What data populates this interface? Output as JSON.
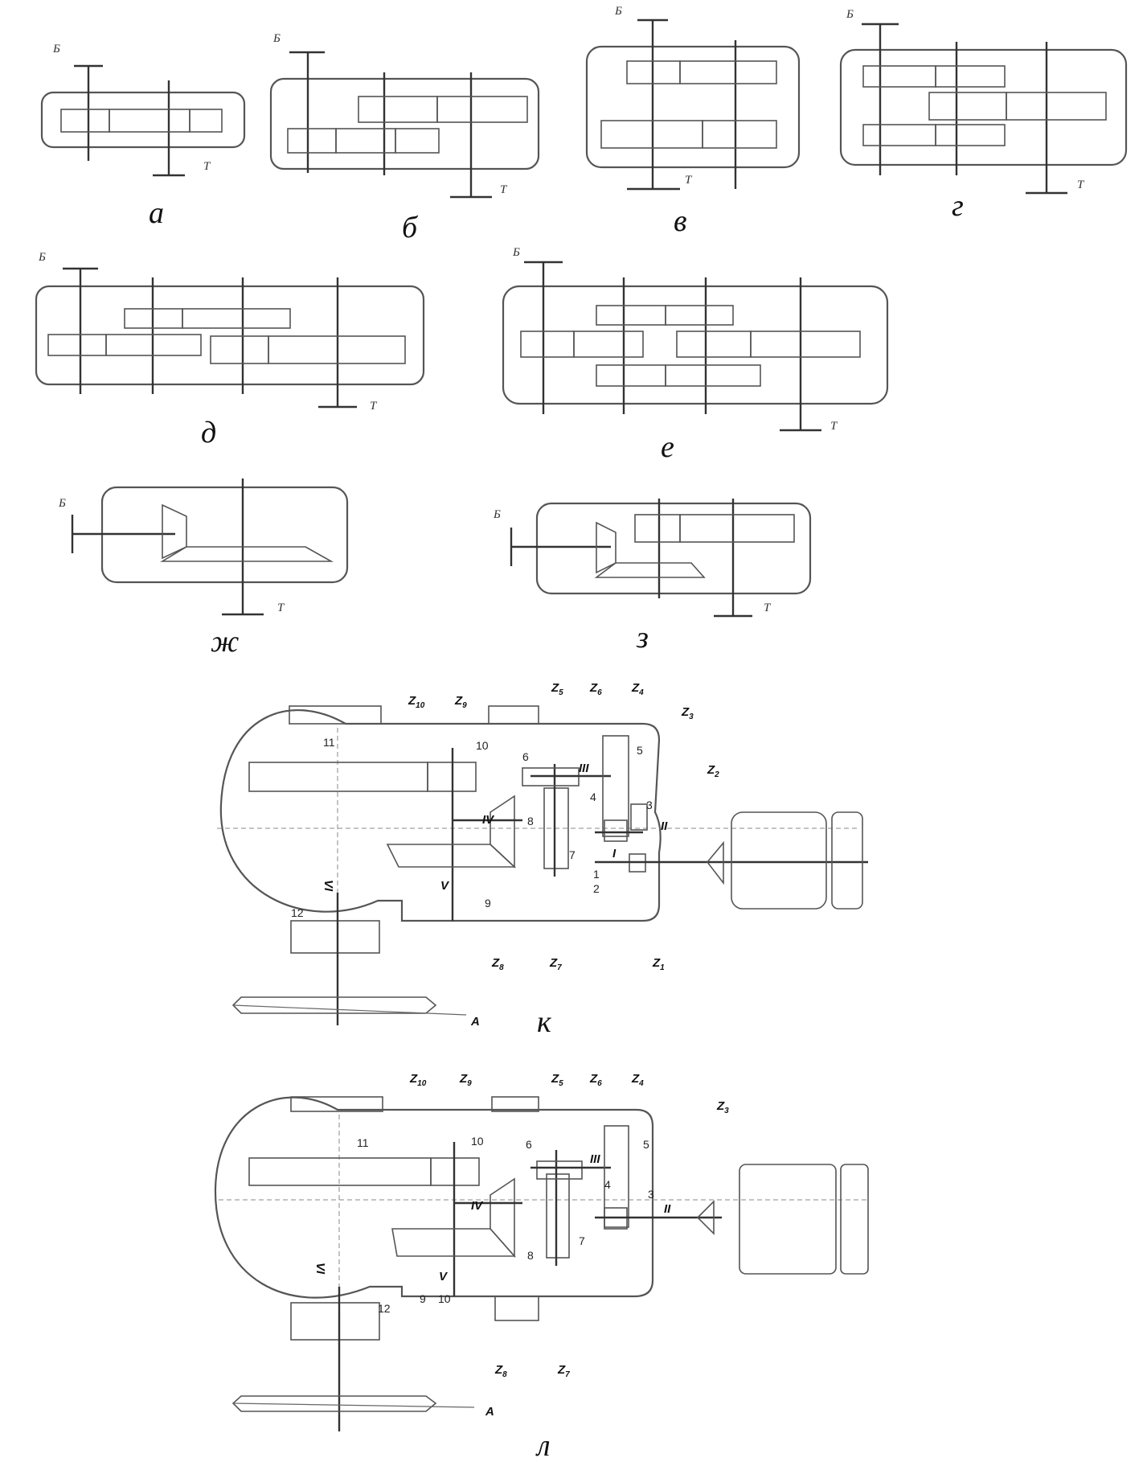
{
  "diagrams": {
    "a": {
      "caption": "а",
      "in": "Б",
      "out": "Т"
    },
    "b": {
      "caption": "б",
      "in": "Б",
      "out": "Т"
    },
    "v": {
      "caption": "в",
      "in": "Б",
      "out": "Т"
    },
    "g": {
      "caption": "г",
      "in": "Б",
      "out": "Т"
    },
    "d": {
      "caption": "д",
      "in": "Б",
      "out": "Т"
    },
    "e": {
      "caption": "е",
      "in": "Б",
      "out": "Т"
    },
    "zh": {
      "caption": "ж",
      "in": "Б",
      "out": "Т"
    },
    "z": {
      "caption": "з",
      "in": "Б",
      "out": "Т"
    },
    "k": {
      "caption": "к",
      "gears": [
        "Z10",
        "Z9",
        "Z5",
        "Z6",
        "Z4",
        "Z3",
        "Z2",
        "Z8",
        "Z7",
        "Z1"
      ],
      "shafts": [
        "I",
        "II",
        "III",
        "IV",
        "V",
        "VI"
      ],
      "bearings": [
        "1",
        "2",
        "3",
        "4",
        "5",
        "6",
        "7",
        "8",
        "9",
        "10",
        "11",
        "12"
      ],
      "pointer": "A"
    },
    "l": {
      "caption": "л",
      "gears": [
        "Z10",
        "Z9",
        "Z5",
        "Z6",
        "Z4",
        "Z3",
        "Z8",
        "Z7"
      ],
      "shafts": [
        "II",
        "III",
        "IV",
        "V",
        "VI"
      ],
      "bearings": [
        "3",
        "4",
        "5",
        "6",
        "7",
        "8",
        "9",
        "10",
        "11",
        "12"
      ],
      "pointer": "A"
    }
  }
}
